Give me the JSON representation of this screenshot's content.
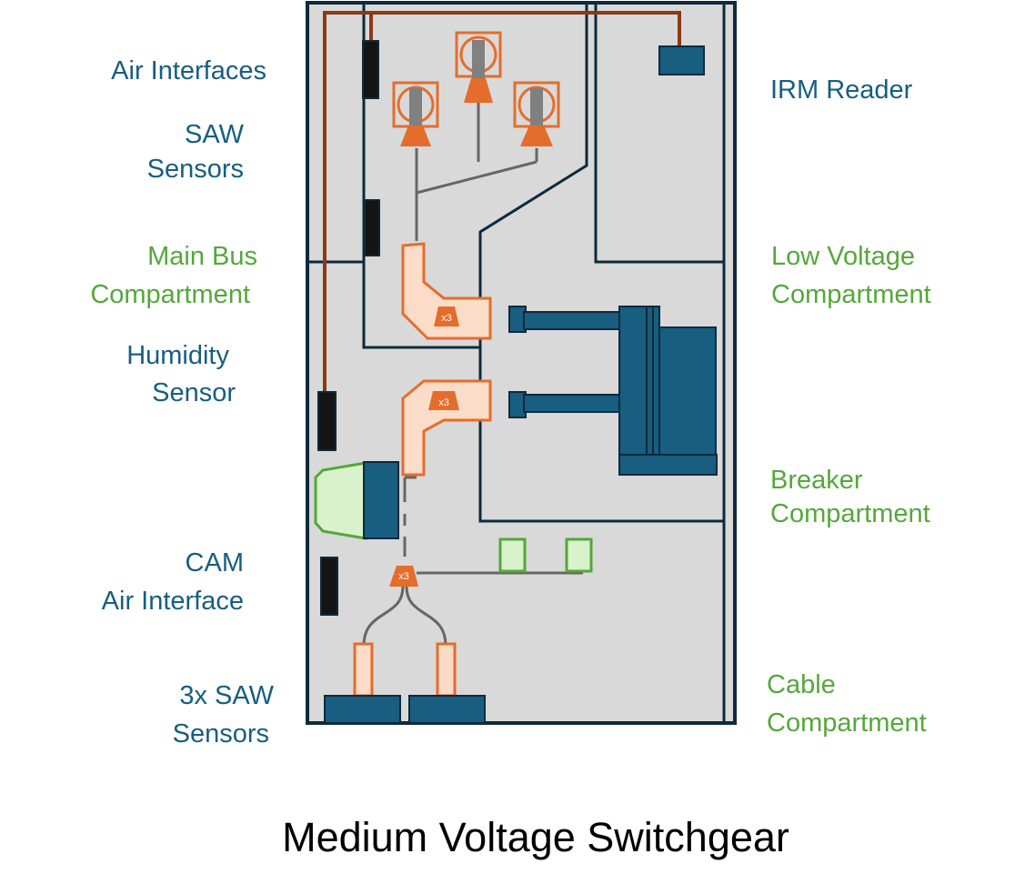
{
  "title": "Medium Voltage Switchgear",
  "labels": {
    "air_interfaces": "Air Interfaces",
    "saw_sensors": [
      "SAW",
      "Sensors"
    ],
    "main_bus": [
      "Main Bus",
      "Compartment"
    ],
    "humidity": [
      "Humidity",
      "Sensor"
    ],
    "cam": [
      "CAM",
      "Air Interface"
    ],
    "saw3": [
      "3x SAW",
      "Sensors"
    ],
    "irm": "IRM Reader",
    "low_voltage": [
      "Low Voltage",
      "Compartment"
    ],
    "breaker": [
      "Breaker",
      "Compartment"
    ],
    "cable": [
      "Cable",
      "Compartment"
    ]
  },
  "multiplier": "x3",
  "colors": {
    "outline": "#0e2a3b",
    "panel": "#d9d9d9",
    "blue": "#175e80",
    "green": "#55a73b",
    "orange": "#e46d2b",
    "peach": "#fbdcc8",
    "wire": "#8b3a14",
    "light_green": "#d8f2cc",
    "gray": "#808080",
    "black": "#141414"
  }
}
